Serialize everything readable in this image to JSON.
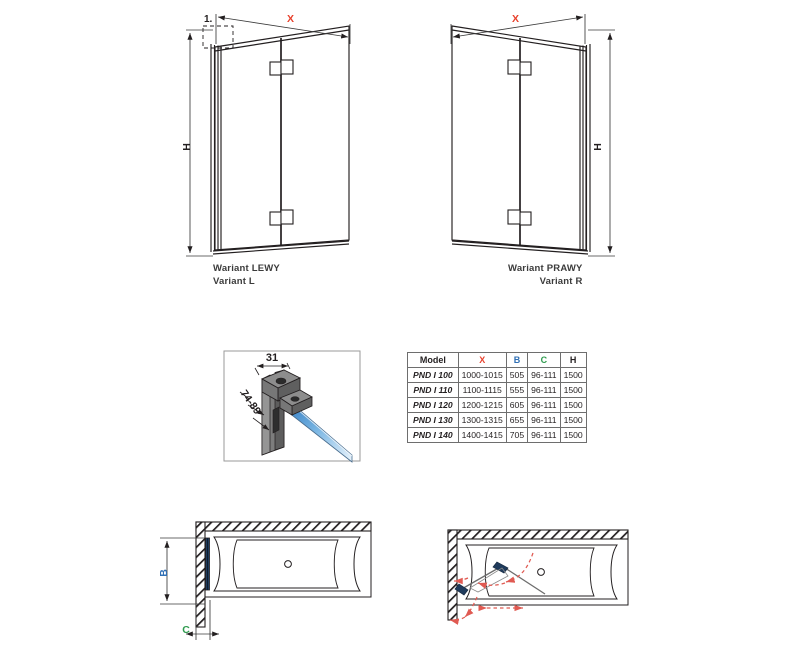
{
  "document": {
    "type": "technical-drawing",
    "product": "bath screen PND I"
  },
  "elevations": {
    "left": {
      "caption_line1": "Wariant LEWY",
      "caption_line2": "Variant L",
      "width_label": "X",
      "height_label": "H",
      "detail_ref": "1."
    },
    "right": {
      "caption_line1": "Wariant PRAWY",
      "caption_line2": "Variant R",
      "width_label": "X",
      "height_label": "H"
    }
  },
  "detail": {
    "number": "1.",
    "dim_top": "31",
    "dim_side": "74-89"
  },
  "plan_left": {
    "dim_vertical": "B",
    "dim_horizontal": "C"
  },
  "table": {
    "headers": [
      "Model",
      "X",
      "B",
      "C",
      "H"
    ],
    "header_colors": {
      "Model": "#231f20",
      "X": "#e8412c",
      "B": "#2f6fb5",
      "C": "#2e9b4e",
      "H": "#231f20"
    },
    "rows": [
      {
        "model": "PND I 100",
        "x": "1000-1015",
        "b": "505",
        "c": "96-111",
        "h": "1500"
      },
      {
        "model": "PND I 110",
        "x": "1100-1115",
        "b": "555",
        "c": "96-111",
        "h": "1500"
      },
      {
        "model": "PND I 120",
        "x": "1200-1215",
        "b": "605",
        "c": "96-111",
        "h": "1500"
      },
      {
        "model": "PND I 130",
        "x": "1300-1315",
        "b": "655",
        "c": "96-111",
        "h": "1500"
      },
      {
        "model": "PND I 140",
        "x": "1400-1415",
        "b": "705",
        "c": "96-111",
        "h": "1500"
      }
    ]
  },
  "colors": {
    "line": "#231f20",
    "dimension": "#3a3a3a",
    "accent_red": "#e8412c",
    "accent_blue": "#2f6fb5",
    "accent_green": "#2e9b4e",
    "glass_blue_dark": "#2f79c0",
    "glass_blue_light": "#dcecf8",
    "swing_arrow": "#e05a52",
    "panel_navy": "#1f3b5c"
  }
}
